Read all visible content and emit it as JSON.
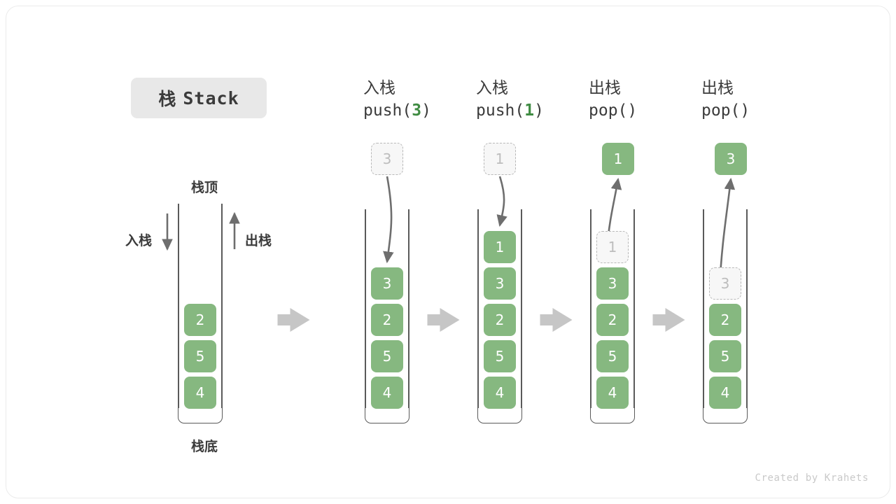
{
  "title": {
    "cn": "栈",
    "en": "Stack"
  },
  "labels": {
    "top": "栈顶",
    "bottom": "栈底",
    "push_side": "入栈",
    "pop_side": "出栈"
  },
  "footer": "Created by Krahets",
  "colors": {
    "cell_fill": "#86b880",
    "cell_text": "#ffffff",
    "ghost_fill": "#f7f7f7",
    "ghost_border": "#b8b8b8",
    "ghost_text": "#bdbdbd",
    "accent_green": "#3f8b42",
    "wall": "#5a5a5a",
    "arrow_gray": "#c6c6c6",
    "motion_arrow": "#6e6e6e",
    "badge_bg": "#e8e8e8",
    "text": "#3b3b3b"
  },
  "columns": [
    {
      "id": "initial",
      "head_cn": "",
      "head_code_prefix": "",
      "head_code_arg": "",
      "head_code_suffix": "",
      "cells": [
        {
          "value": "2",
          "state": "filled"
        },
        {
          "value": "5",
          "state": "filled"
        },
        {
          "value": "4",
          "state": "filled"
        }
      ],
      "floating": null
    },
    {
      "id": "push-3",
      "head_cn": "入栈",
      "head_code_prefix": "push(",
      "head_code_arg": "3",
      "head_code_suffix": ")",
      "cells": [
        {
          "value": "3",
          "state": "filled"
        },
        {
          "value": "2",
          "state": "filled"
        },
        {
          "value": "5",
          "state": "filled"
        },
        {
          "value": "4",
          "state": "filled"
        }
      ],
      "floating": {
        "value": "3",
        "state": "ghost",
        "direction": "down"
      }
    },
    {
      "id": "push-1",
      "head_cn": "入栈",
      "head_code_prefix": "push(",
      "head_code_arg": "1",
      "head_code_suffix": ")",
      "cells": [
        {
          "value": "1",
          "state": "filled"
        },
        {
          "value": "3",
          "state": "filled"
        },
        {
          "value": "2",
          "state": "filled"
        },
        {
          "value": "5",
          "state": "filled"
        },
        {
          "value": "4",
          "state": "filled"
        }
      ],
      "floating": {
        "value": "1",
        "state": "ghost",
        "direction": "down"
      }
    },
    {
      "id": "pop-1",
      "head_cn": "出栈",
      "head_code_prefix": "pop(",
      "head_code_arg": "",
      "head_code_suffix": ")",
      "cells": [
        {
          "value": "1",
          "state": "ghost"
        },
        {
          "value": "3",
          "state": "filled"
        },
        {
          "value": "2",
          "state": "filled"
        },
        {
          "value": "5",
          "state": "filled"
        },
        {
          "value": "4",
          "state": "filled"
        }
      ],
      "floating": {
        "value": "1",
        "state": "filled",
        "direction": "up"
      }
    },
    {
      "id": "pop-3",
      "head_cn": "出栈",
      "head_code_prefix": "pop(",
      "head_code_arg": "",
      "head_code_suffix": ")",
      "cells": [
        {
          "value": "3",
          "state": "ghost"
        },
        {
          "value": "2",
          "state": "filled"
        },
        {
          "value": "5",
          "state": "filled"
        },
        {
          "value": "4",
          "state": "filled"
        }
      ],
      "floating": {
        "value": "3",
        "state": "filled",
        "direction": "up"
      }
    }
  ],
  "transitions": [
    {
      "from": "initial",
      "to": "push-3"
    },
    {
      "from": "push-3",
      "to": "push-1"
    },
    {
      "from": "push-1",
      "to": "pop-1"
    },
    {
      "from": "pop-1",
      "to": "pop-3"
    }
  ]
}
